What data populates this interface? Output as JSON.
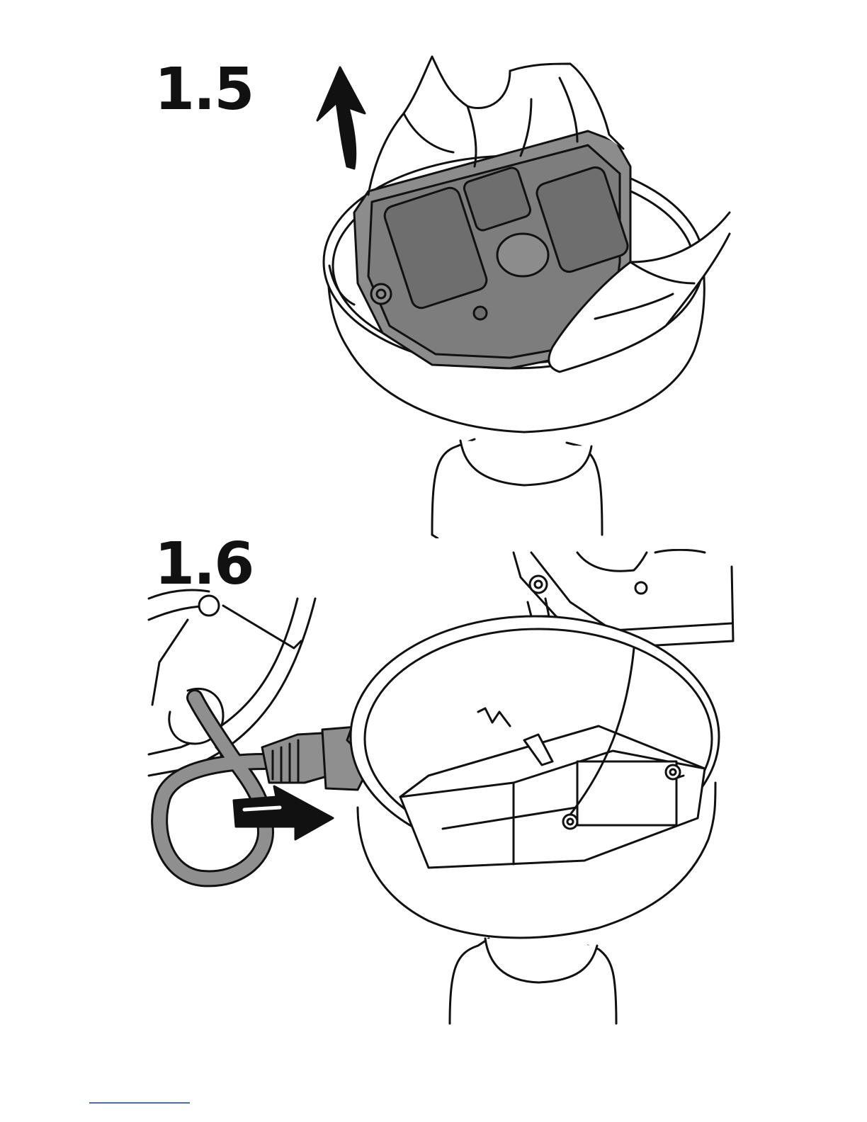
{
  "steps": [
    {
      "number": "1.5",
      "illustration": "remove-module-from-mount",
      "direction_icon": "arrow-up-icon"
    },
    {
      "number": "1.6",
      "illustration": "connect-network-cable",
      "direction_icon": "arrow-right-icon"
    }
  ],
  "colors": {
    "line": "#111111",
    "module_fill": "#8c8c8c",
    "module_dark": "#6e6e6e",
    "cable_fill": "#8f8f8f",
    "footer_rule": "#4a6fa5"
  }
}
